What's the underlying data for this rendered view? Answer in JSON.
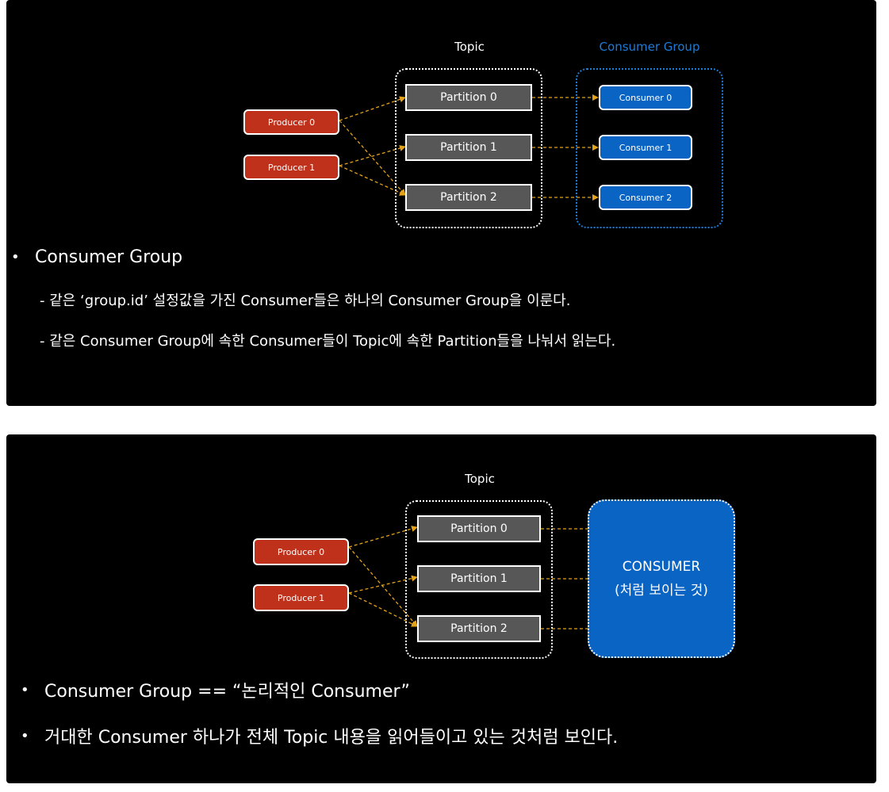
{
  "slide1": {
    "topic_label": "Topic",
    "consumer_group_label": "Consumer Group",
    "producers": [
      "Producer 0",
      "Producer 1"
    ],
    "partitions": [
      "Partition 0",
      "Partition 1",
      "Partition 2"
    ],
    "consumers": [
      "Consumer 0",
      "Consumer 1",
      "Consumer 2"
    ],
    "bullet_symbol": "•",
    "bullet": "Consumer Group",
    "sub_bullets": [
      "- 같은 ‘group.id’ 설정값을 가진 Consumer들은 하나의 Consumer Group을 이룬다.",
      "- 같은 Consumer Group에 속한 Consumer들이 Topic에 속한 Partition들을 나눠서 읽는다."
    ]
  },
  "slide2": {
    "topic_label": "Topic",
    "producers": [
      "Producer 0",
      "Producer 1"
    ],
    "partitions": [
      "Partition 0",
      "Partition 1",
      "Partition 2"
    ],
    "consumer_title": "CONSUMER",
    "consumer_subtitle": "(처럼 보이는 것)",
    "bullet_symbol": "•",
    "bullets": [
      "Consumer Group == “논리적인 Consumer”",
      "거대한 Consumer 하나가 전체 Topic 내용을 읽어들이고 있는 것처럼 보인다."
    ]
  },
  "colors": {
    "background": "#000000",
    "producer": "#c0311b",
    "partition": "#575757",
    "consumer": "#0a64c4",
    "consumer_group_label": "#1e7bd6",
    "arrow": "#e3a21a"
  }
}
